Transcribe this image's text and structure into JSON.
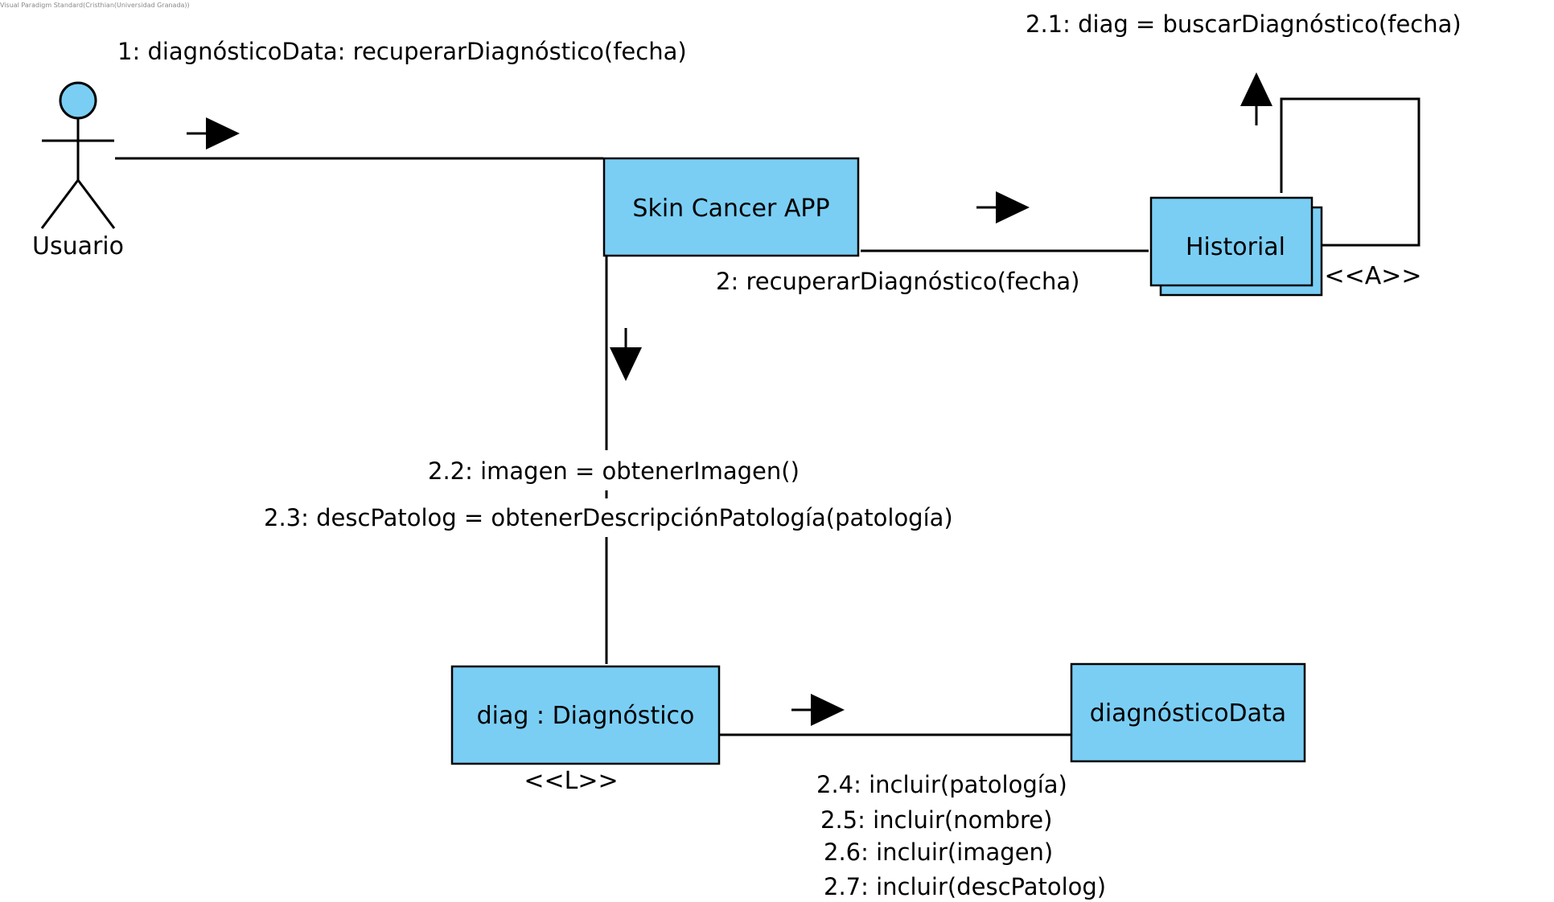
{
  "watermark": "Visual Paradigm Standard(Cristhian(Universidad Granada))",
  "colors": {
    "node_fill": "#7ACEF4",
    "line": "#000000",
    "background": "#ffffff"
  },
  "actor": {
    "label": "Usuario"
  },
  "nodes": {
    "app": "Skin Cancer APP",
    "historial": "Historial",
    "diag": "diag : Diagnóstico",
    "data": "diagnósticoData"
  },
  "stereotypes": {
    "historial": "<<A>>",
    "diag": "<<L>>"
  },
  "messages": {
    "m1": "1: diagnósticoData: recuperarDiagnóstico(fecha)",
    "m2": "2: recuperarDiagnóstico(fecha)",
    "m2_1": "2.1: diag = buscarDiagnóstico(fecha)",
    "m2_2": "2.2: imagen = obtenerImagen()",
    "m2_3": "2.3: descPatolog = obtenerDescripciónPatología(patología)",
    "m2_4": "2.4: incluir(patología)",
    "m2_5": "2.5: incluir(nombre)",
    "m2_6": "2.6: incluir(imagen)",
    "m2_7": "2.7: incluir(descPatolog)"
  }
}
